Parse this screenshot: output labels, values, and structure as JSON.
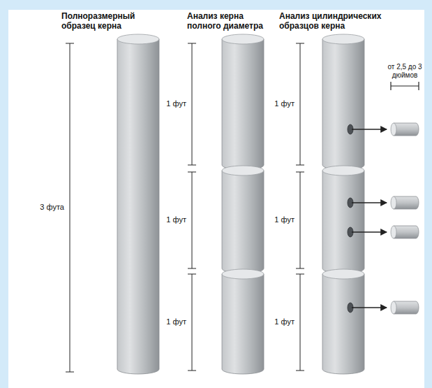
{
  "diagram": {
    "labels": [
      "Полноразмерный образец керна",
      "Анализ керна полного диаметра",
      "Анализ цилиндрических образцов керна",
      "3 фута",
      "1 фут",
      "1 фут",
      "1 фут",
      "1 фут",
      "1 фут",
      "1 фут",
      "от 2,5 до 3 дюймов"
    ]
  }
}
